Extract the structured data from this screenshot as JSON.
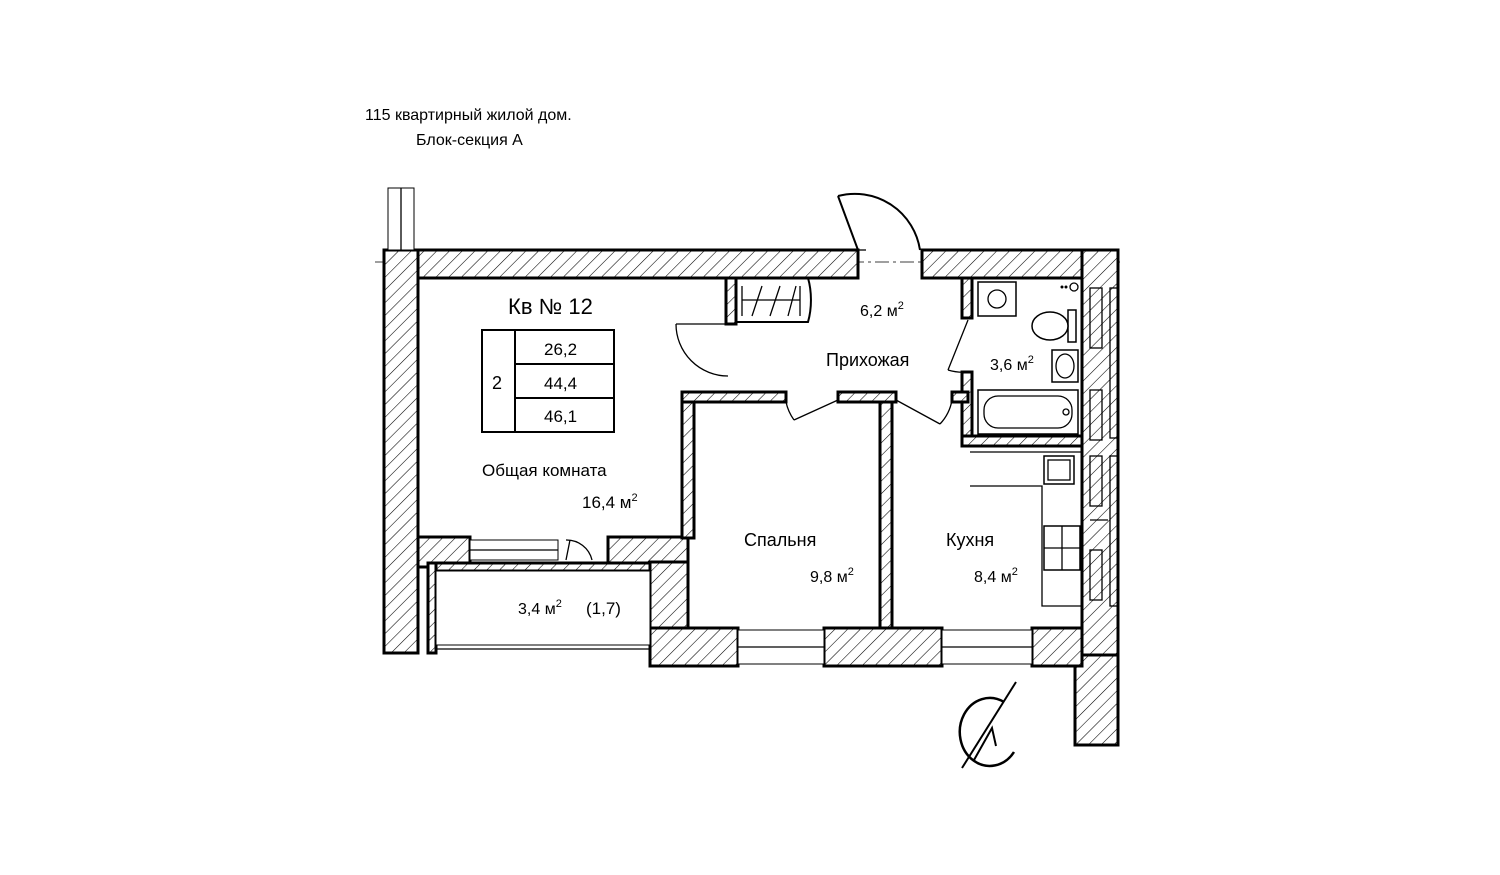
{
  "header": {
    "line1": "115 квартирный жилой дом.",
    "line2": "Блок-секция А"
  },
  "apartment": {
    "label": "Кв № 12",
    "rooms_count": "2",
    "areas": [
      "26,2",
      "44,4",
      "46,1"
    ]
  },
  "rooms": {
    "living": {
      "name": "Общая комната",
      "area": "16,4 м",
      "sup": "2"
    },
    "hall": {
      "name": "Прихожая",
      "area": "6,2 м",
      "sup": "2"
    },
    "bath": {
      "area": "3,6 м",
      "sup": "2"
    },
    "bedroom": {
      "name": "Спальня",
      "area": "9,8 м",
      "sup": "2"
    },
    "kitchen": {
      "name": "Кухня",
      "area": "8,4 м",
      "sup": "2"
    },
    "balcony": {
      "area": "3,4 м",
      "sup": "2",
      "reduced": "(1,7)"
    }
  },
  "colors": {
    "line": "#000000",
    "background": "#ffffff"
  },
  "north_symbol": "north-arrow-icon"
}
